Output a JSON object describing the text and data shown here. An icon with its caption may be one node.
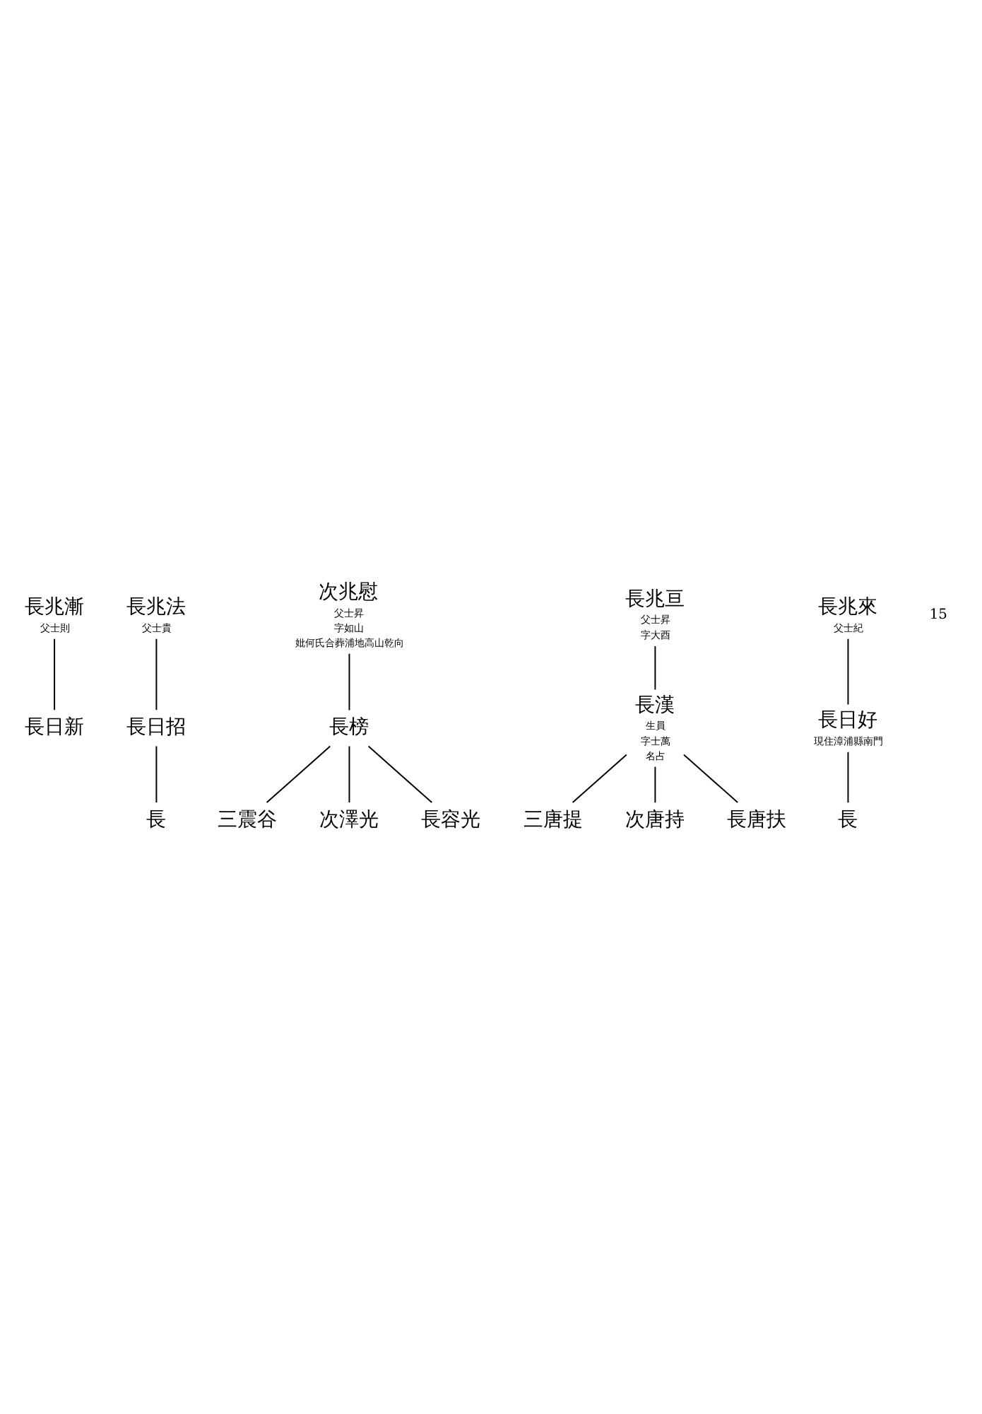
{
  "diagram": {
    "nodes": [
      {
        "text": [
          "長兆來"
        ],
        "beside": [
          "父士紀"
        ]
      },
      {
        "text": [
          "長日好"
        ],
        "beside": [
          "現住漳浦縣南門"
        ]
      },
      {
        "text": [
          "長"
        ]
      },
      {
        "text": [
          "長兆亘"
        ],
        "beside": [
          "父士昇",
          "字大酉"
        ]
      },
      {
        "text": [
          "長漢"
        ],
        "beside": [
          "生員",
          "字士萬",
          "名占"
        ]
      },
      {
        "text": [
          "長唐扶"
        ]
      },
      {
        "text": [
          "次唐持"
        ]
      },
      {
        "text": [
          "三唐提"
        ]
      },
      {
        "text": [
          "次兆慰"
        ],
        "beside": [
          "父士昇",
          "字如山",
          "妣何氏合葬浦地高山乾向"
        ]
      },
      {
        "text": [
          "長榜"
        ]
      },
      {
        "text": [
          "長容光"
        ]
      },
      {
        "text": [
          "次澤光"
        ]
      },
      {
        "text": [
          "三震谷"
        ]
      },
      {
        "text": [
          "長兆法"
        ],
        "beside": [
          "父士貴"
        ]
      },
      {
        "text": [
          "長日招"
        ]
      },
      {
        "text": [
          "長"
        ]
      },
      {
        "text": [
          "長兆漸"
        ],
        "beside": [
          "父士則"
        ]
      },
      {
        "text": [
          "長日新"
        ]
      }
    ],
    "edges": [
      {
        "from": 0,
        "to": 1,
        "arrow": "none"
      },
      {
        "from": 1,
        "to": 2,
        "arrow": "none"
      },
      {
        "from": 3,
        "to": 4,
        "arrow": "none"
      },
      {
        "from": 4,
        "to": 5,
        "arrow": "none"
      },
      {
        "from": 4,
        "to": 6,
        "arrow": "none"
      },
      {
        "from": 4,
        "to": 7,
        "arrow": "none"
      },
      {
        "from": 8,
        "to": 9,
        "arrow": "none"
      },
      {
        "from": 9,
        "to": 10,
        "arrow": "none"
      },
      {
        "from": 9,
        "to": 11,
        "arrow": "none"
      },
      {
        "from": 9,
        "to": 12,
        "arrow": "none"
      },
      {
        "from": 13,
        "to": 14,
        "arrow": "none"
      },
      {
        "from": 14,
        "to": 15,
        "arrow": "none"
      },
      {
        "from": 16,
        "to": 17,
        "arrow": "none"
      }
    ],
    "labels": [
      "15"
    ]
  }
}
